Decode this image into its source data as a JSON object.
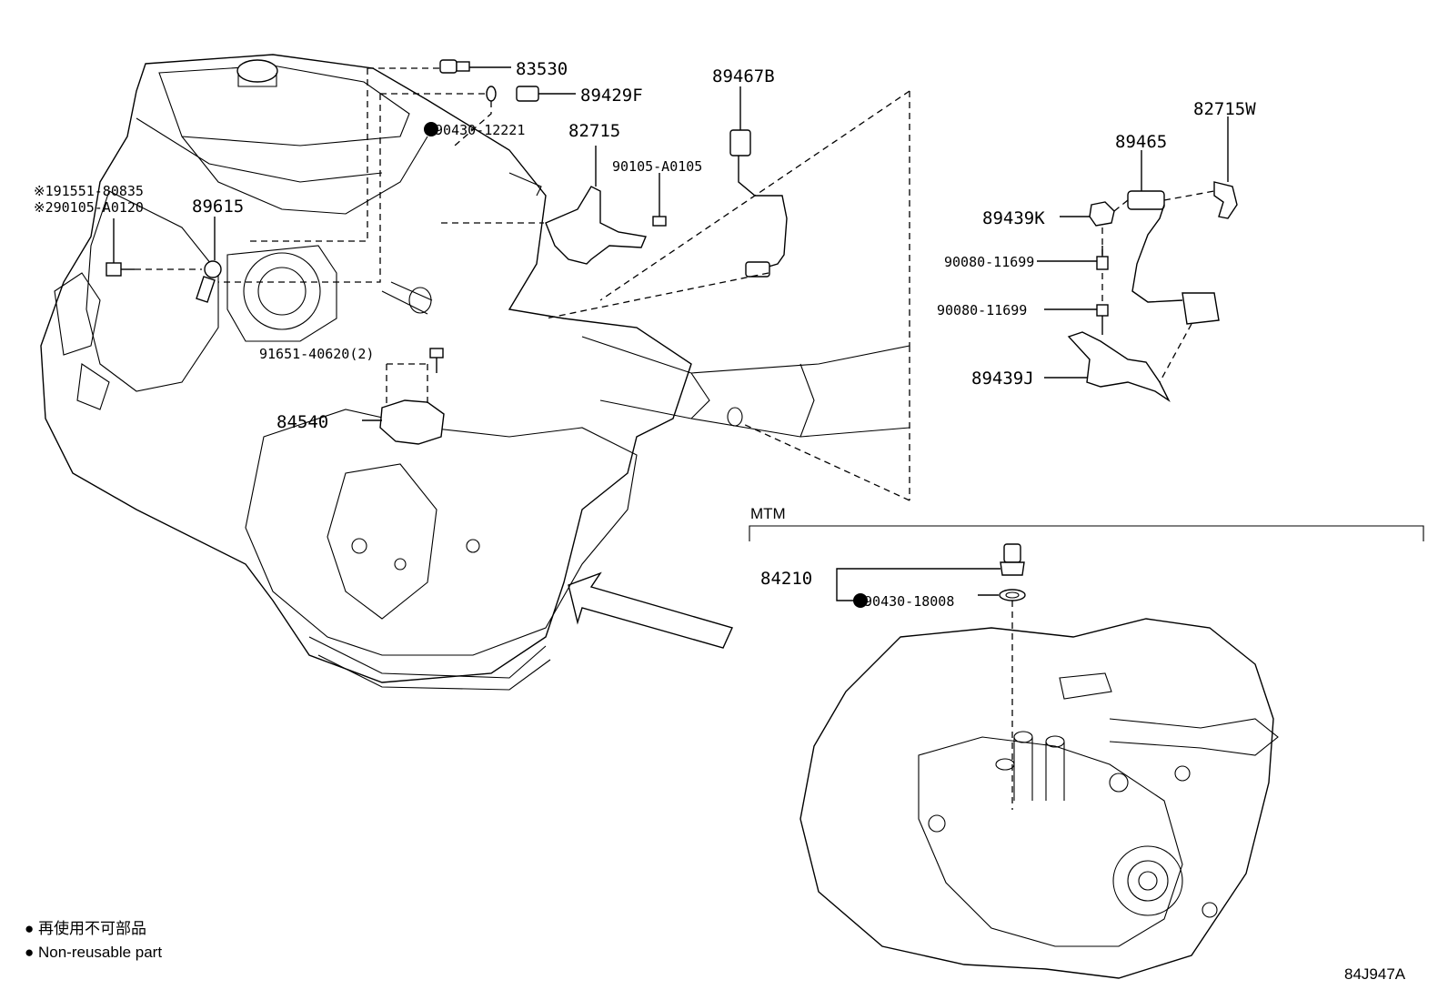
{
  "labels": {
    "p83530": "83530",
    "p89429F": "89429F",
    "p90430_12221": "●90430-12221",
    "p89467B": "89467B",
    "p82715": "82715",
    "p90105_A0105": "90105-A0105",
    "p191551": "※191551-80835",
    "p290105": "※290105-A0120",
    "p89615": "89615",
    "p91651": "91651-40620(2)",
    "p84540": "84540",
    "p82715W": "82715W",
    "p89465": "89465",
    "p89439K": "89439K",
    "p90080a": "90080-11699",
    "p90080b": "90080-11699",
    "p89439J": "89439J",
    "mtm": "MTM",
    "p84210": "84210",
    "p90430_18008": "●90430-18008"
  },
  "legend": {
    "line1": "● 再使用不可部品",
    "line2": "● Non-reusable part"
  },
  "diagram_id": "84J947A"
}
